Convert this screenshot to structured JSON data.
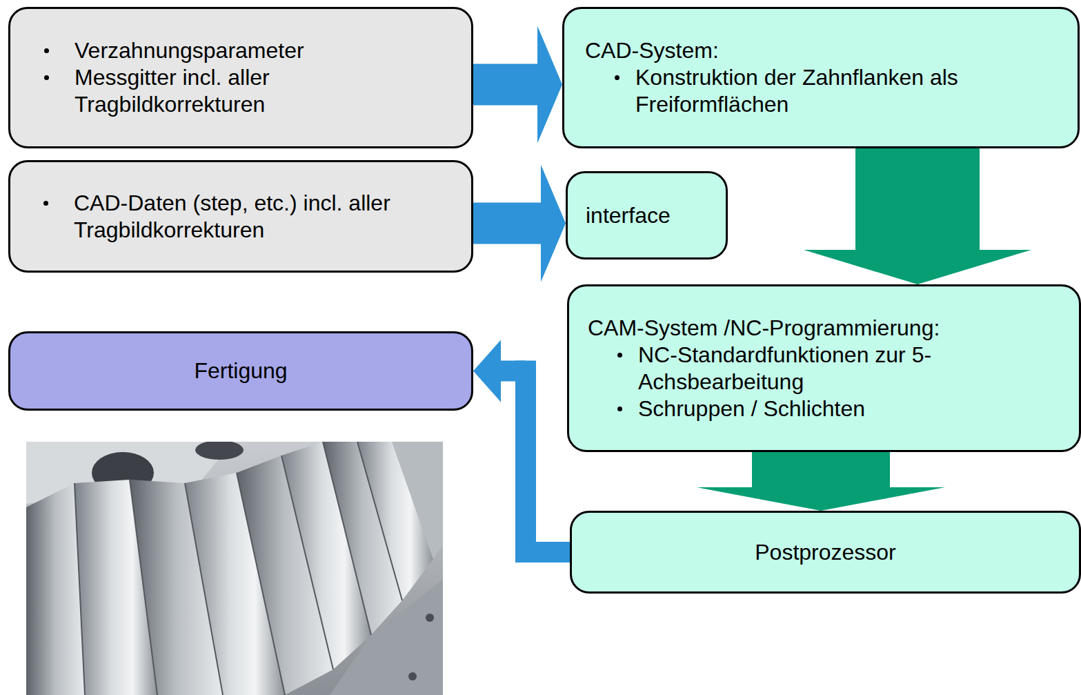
{
  "diagram": {
    "nodes": [
      {
        "text": [
          "Verzahnungsparameter",
          "Messgitter incl. aller Tragbildkorrekturen"
        ]
      },
      {
        "text": [
          "CAD-System:",
          "Konstruktion der Zahnflanken als Freiformflächen"
        ]
      },
      {
        "text": [
          "CAD-Daten (step, etc.) incl. aller Tragbildkorrekturen"
        ]
      },
      {
        "text": [
          "interface"
        ]
      },
      {
        "text": [
          "CAM-System /NC-Programmierung:",
          "NC-Standardfunktionen zur 5-Achsbearbeitung",
          "Schruppen / Schlichten"
        ]
      },
      {
        "text": [
          "Fertigung"
        ]
      },
      {
        "text": [
          "Postprozessor"
        ]
      }
    ],
    "edges": [
      {
        "from": 0,
        "to": 1,
        "arrow": "to"
      },
      {
        "from": 2,
        "to": 3,
        "arrow": "to"
      },
      {
        "from": 1,
        "to": 4,
        "arrow": "to"
      },
      {
        "from": 4,
        "to": 6,
        "arrow": "to"
      },
      {
        "from": 6,
        "to": 5,
        "arrow": "to"
      }
    ]
  }
}
